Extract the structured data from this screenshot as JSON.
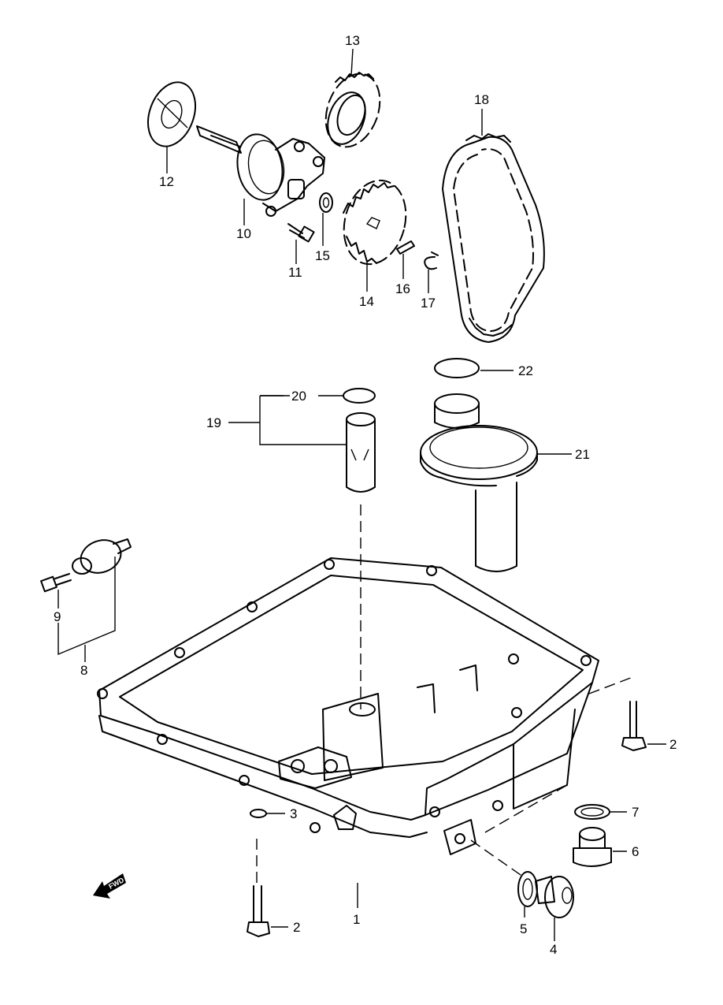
{
  "callouts": {
    "c1": "1",
    "c2a": "2",
    "c2b": "2",
    "c3": "3",
    "c4": "4",
    "c5": "5",
    "c6": "6",
    "c7": "7",
    "c8": "8",
    "c9": "9",
    "c10": "10",
    "c11": "11",
    "c12": "12",
    "c13": "13",
    "c14": "14",
    "c15": "15",
    "c16": "16",
    "c17": "17",
    "c18": "18",
    "c19": "19",
    "c20": "20",
    "c21": "21",
    "c22": "22"
  },
  "fwd_label": "FWD"
}
